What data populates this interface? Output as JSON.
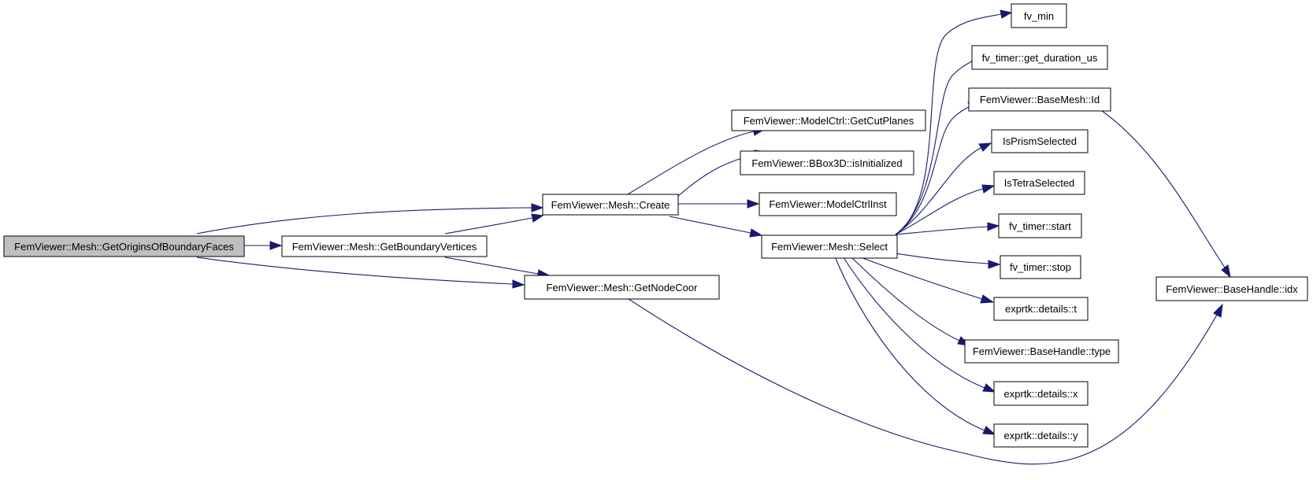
{
  "diagram": {
    "colors": {
      "edge": "#191970",
      "root_fill": "#bfbfbf",
      "node_fill": "#ffffff",
      "node_stroke": "#000000"
    },
    "nodes": {
      "root": "FemViewer::Mesh::GetOriginsOfBoundaryFaces",
      "create": "FemViewer::Mesh::Create",
      "getboundaryvertices": "FemViewer::Mesh::GetBoundaryVertices",
      "getnodecoor": "FemViewer::Mesh::GetNodeCoor",
      "getcutplanes": "FemViewer::ModelCtrl::GetCutPlanes",
      "isinitialized": "FemViewer::BBox3D::isInitialized",
      "modelctrlinst": "FemViewer::ModelCtrlInst",
      "select": "FemViewer::Mesh::Select",
      "fv_min": "fv_min",
      "get_duration_us": "fv_timer::get_duration_us",
      "basemesh_id": "FemViewer::BaseMesh::Id",
      "isprismselected": "IsPrismSelected",
      "istetraselected": "IsTetraSelected",
      "fv_timer_start": "fv_timer::start",
      "fv_timer_stop": "fv_timer::stop",
      "details_t": "exprtk::details::t",
      "basehandle_type": "FemViewer::BaseHandle::type",
      "details_x": "exprtk::details::x",
      "details_y": "exprtk::details::y",
      "basehandle_idx": "FemViewer::BaseHandle::idx"
    },
    "edges": [
      {
        "from": "root",
        "to": "create"
      },
      {
        "from": "root",
        "to": "getboundaryvertices"
      },
      {
        "from": "root",
        "to": "getnodecoor"
      },
      {
        "from": "getboundaryvertices",
        "to": "create"
      },
      {
        "from": "getboundaryvertices",
        "to": "getnodecoor"
      },
      {
        "from": "create",
        "to": "getcutplanes"
      },
      {
        "from": "create",
        "to": "isinitialized"
      },
      {
        "from": "create",
        "to": "modelctrlinst"
      },
      {
        "from": "create",
        "to": "select"
      },
      {
        "from": "getnodecoor",
        "to": "basehandle_idx"
      },
      {
        "from": "select",
        "to": "fv_min"
      },
      {
        "from": "select",
        "to": "get_duration_us"
      },
      {
        "from": "select",
        "to": "basemesh_id"
      },
      {
        "from": "select",
        "to": "isprismselected"
      },
      {
        "from": "select",
        "to": "istetraselected"
      },
      {
        "from": "select",
        "to": "fv_timer_start"
      },
      {
        "from": "select",
        "to": "fv_timer_stop"
      },
      {
        "from": "select",
        "to": "details_t"
      },
      {
        "from": "select",
        "to": "basehandle_type"
      },
      {
        "from": "select",
        "to": "details_x"
      },
      {
        "from": "select",
        "to": "details_y"
      },
      {
        "from": "basemesh_id",
        "to": "basehandle_idx"
      }
    ]
  }
}
